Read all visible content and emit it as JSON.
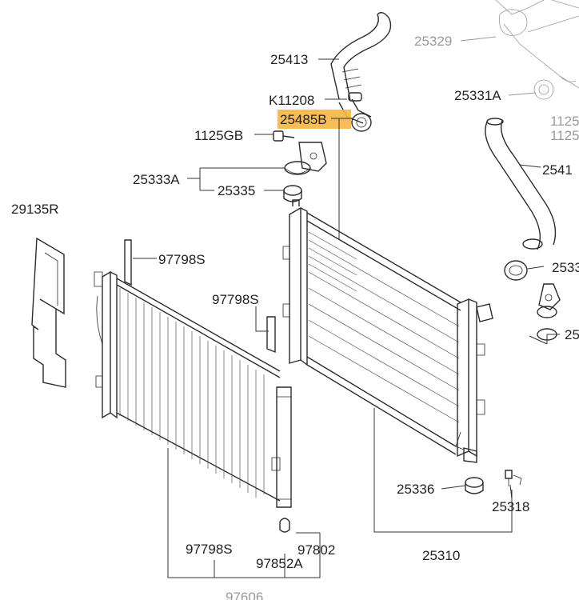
{
  "diagram": {
    "highlight_color": "#f5b544",
    "labels": {
      "p25329": "25329",
      "p25413": "25413",
      "k11208": "K11208",
      "p25331a": "25331A",
      "p25485b": "25485B",
      "p1125gb": "1125GB",
      "p1125_cut_a": "1125",
      "p1125_cut_b": "1125",
      "p25333a": "25333A",
      "p25335": "25335",
      "p2541_cut": "2541",
      "p29135r": "29135R",
      "p97798s_top": "97798S",
      "p2533_cut": "2533",
      "p97798s_mid": "97798S",
      "p25_cut": "25",
      "p25336": "25336",
      "p25318": "25318",
      "p97798s_bottom": "97798S",
      "p97802": "97802",
      "p25310": "25310",
      "p97852a": "97852A",
      "p97606_cut": "97606"
    }
  }
}
